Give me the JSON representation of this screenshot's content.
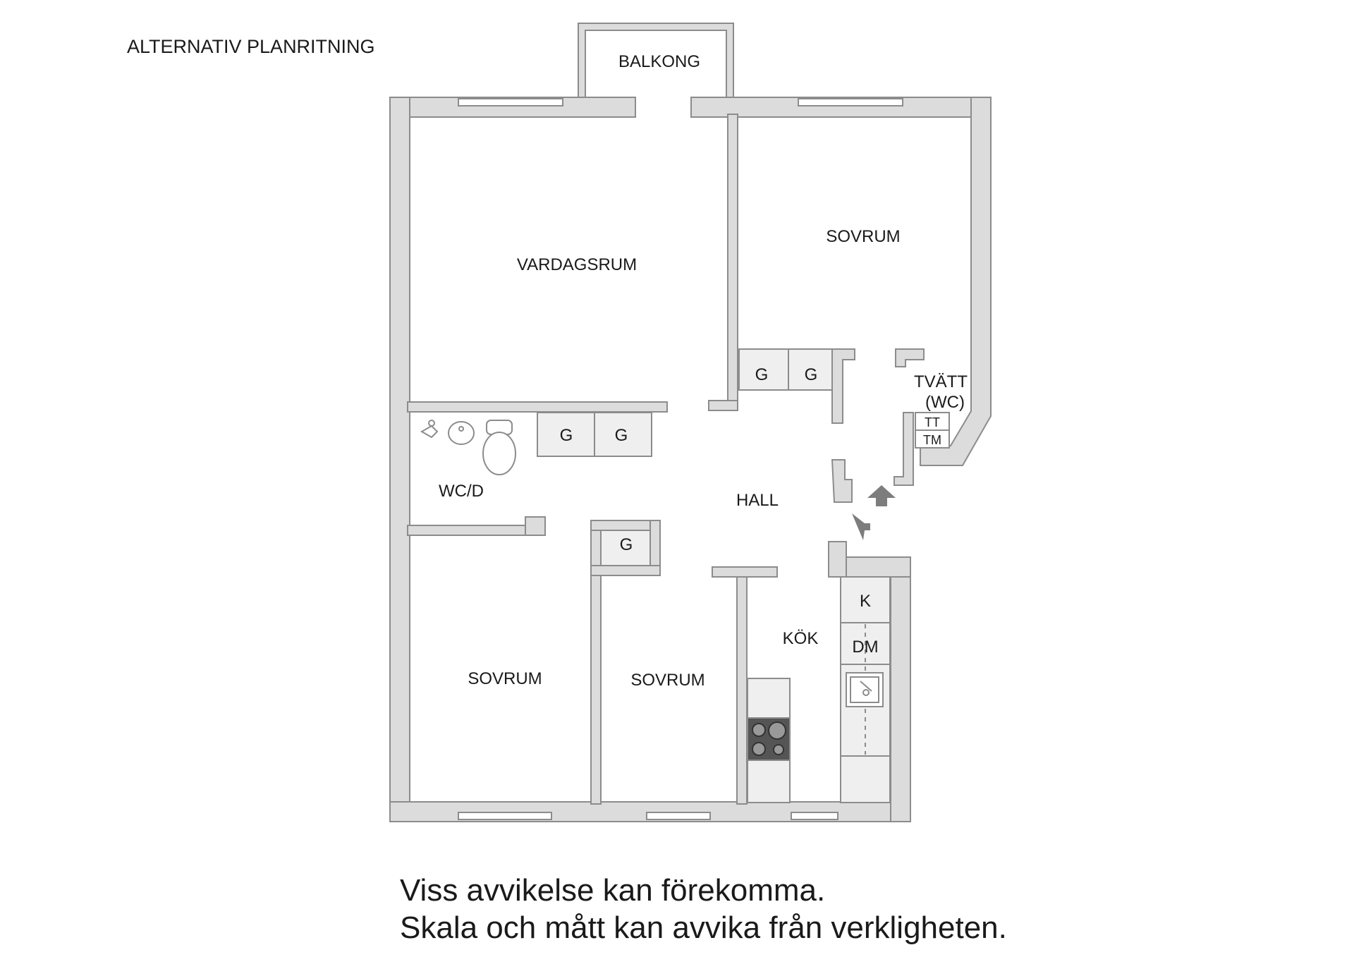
{
  "plan": {
    "title": "ALTERNATIV PLANRITNING",
    "rooms": {
      "balcony": "BALKONG",
      "living_room": "VARDAGSRUM",
      "bedroom_ne": "SOVRUM",
      "bedroom_sw": "SOVRUM",
      "bedroom_s": "SOVRUM",
      "laundry_line1": "TVÄTT",
      "laundry_line2": "(WC)",
      "bathroom": "WC/D",
      "hall": "HALL",
      "kitchen": "KÖK"
    },
    "storage_labels": [
      "G",
      "G",
      "G",
      "G",
      "G"
    ],
    "appliances": {
      "dryer": "TT",
      "washer": "TM",
      "fridge": "K",
      "dishwasher": "DM"
    }
  },
  "disclaimer": {
    "line1": "Viss avvikelse kan förekomma.",
    "line2": "Skala och mått kan avvika från verkligheten."
  },
  "colors": {
    "wall": "#dcdcdc",
    "wall_stroke": "#8c8c8c",
    "fixture": "#efefef",
    "arrow": "#7d7d7d",
    "text": "#1a1a1a"
  }
}
